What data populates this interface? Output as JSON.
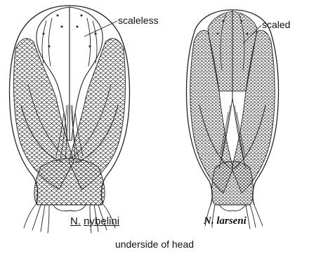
{
  "labels": {
    "left_callout": "scaleless",
    "right_callout": "scaled"
  },
  "species": {
    "left_genus": "N.",
    "left_epithet": "nybelini",
    "right_name": "N. larseni"
  },
  "caption": "underside of head",
  "colors": {
    "ink": "#222222",
    "background": "#ffffff"
  }
}
